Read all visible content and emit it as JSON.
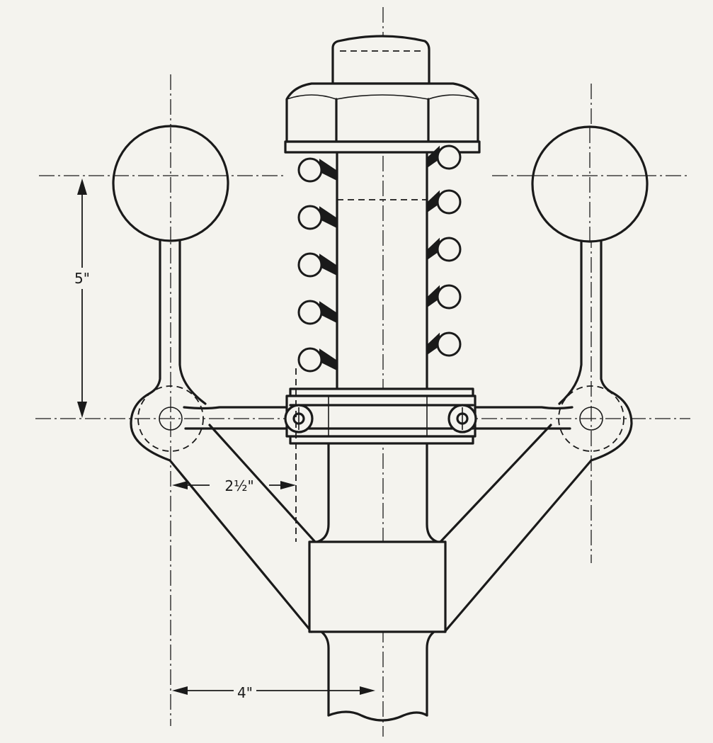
{
  "dimensions": {
    "ball_height": "5\"",
    "arm_length": "2½\"",
    "ball_radius": "4\""
  }
}
